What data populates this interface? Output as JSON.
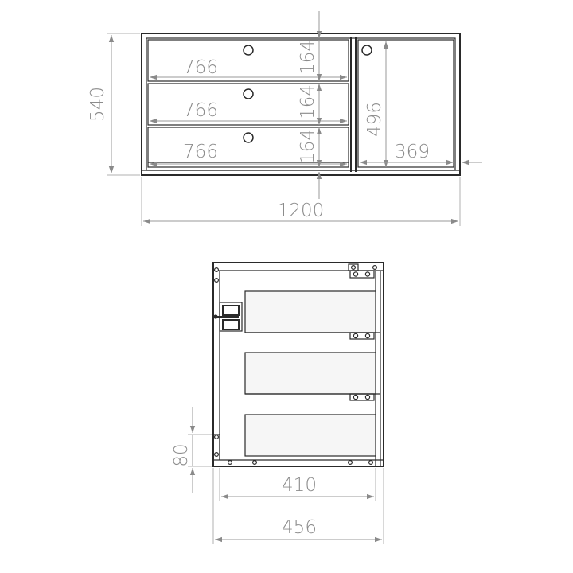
{
  "front_view": {
    "overall_width": "1200",
    "overall_height": "540",
    "drawer_width_1": "766",
    "drawer_width_2": "766",
    "drawer_width_3": "766",
    "drawer_height_1": "164",
    "drawer_height_2": "164",
    "drawer_height_3": "164",
    "compartment_height": "496",
    "compartment_width": "369"
  },
  "side_view": {
    "overall_depth": "456",
    "inner_depth": "410",
    "plinth_height": "80"
  },
  "colors": {
    "line": "#2a2a2a",
    "dimension": "#8c8c8c"
  }
}
